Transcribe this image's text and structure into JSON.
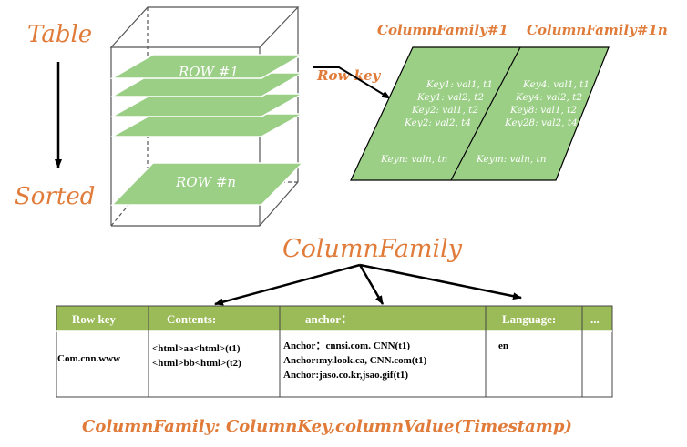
{
  "labels": {
    "table": "Table",
    "sorted": "Sorted",
    "row_first": "ROW #1",
    "row_n": "ROW #n",
    "row_key": "Row key",
    "cf1": "ColumnFamily#1",
    "cf1n": "ColumnFamily#1n",
    "column_family": "ColumnFamily",
    "footer": "ColumnFamily: ColumnKey,columnValue(Timestamp)"
  },
  "left_panel_entries": [
    "Key1: val1, t1",
    "Key1: val2, t2",
    "Key2: val1, t2",
    "Key2: val2, t4",
    "Keyn: valn, tn"
  ],
  "right_panel_entries": [
    "Key4: val1, t1",
    "Key4: val2, t2",
    "Key8: val1, t2",
    "Key28: val2, t4",
    "Keym: valn, tn"
  ],
  "table": {
    "headers": [
      "Row key",
      "Contents:",
      "anchor：",
      "Language:",
      "..."
    ],
    "row_key": "Com.cnn.www",
    "contents": [
      "<html>aa<html>(t1)",
      "<html>bb<html>(t2)"
    ],
    "anchors": [
      "Anchor：cnnsi.com. CNN(t1)",
      "Anchor:my.look.ca, CNN.com(t1)",
      "Anchor:jaso.co.kr,jsao.gif(t1)"
    ],
    "language": "en"
  },
  "colors": {
    "accent_orange": "#e07b39",
    "green_fill": "#9bcf86",
    "header_green": "#9bbb59",
    "outline": "#000000"
  }
}
